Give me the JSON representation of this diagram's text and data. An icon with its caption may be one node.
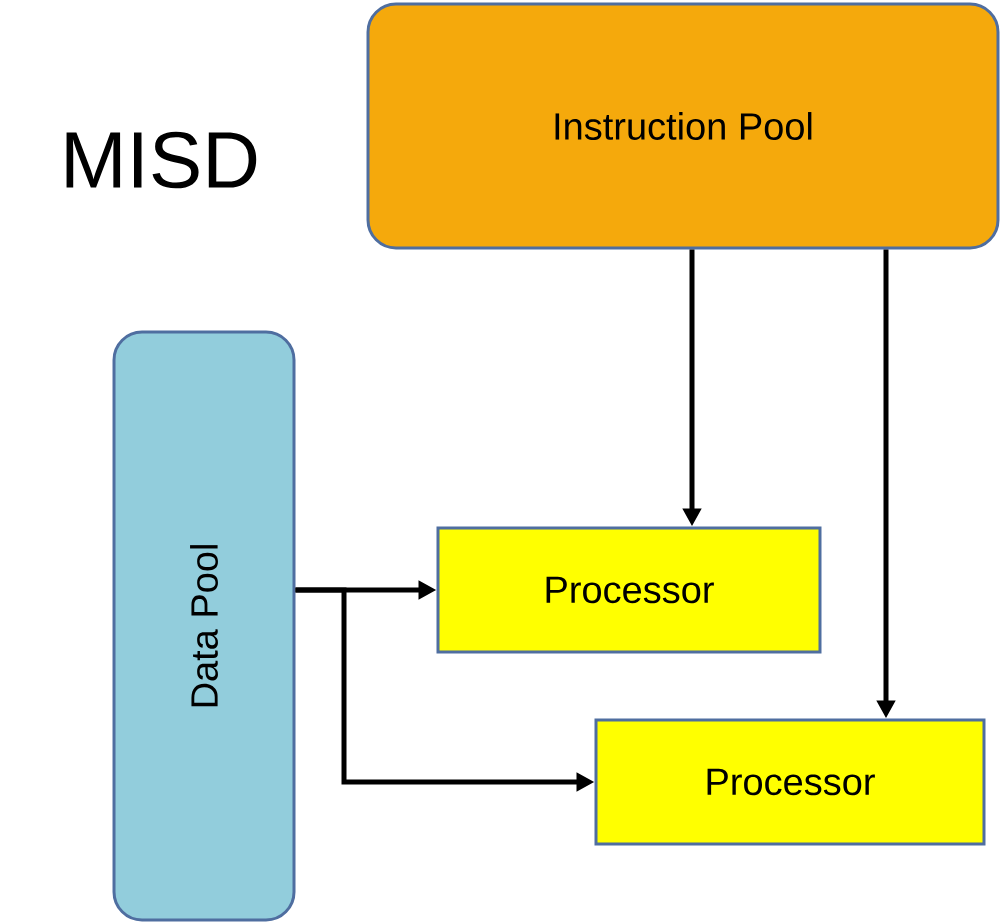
{
  "diagram": {
    "title": "MISD",
    "nodes": [
      {
        "text": [
          "Instruction Pool"
        ]
      },
      {
        "text": [
          "Data Pool"
        ]
      },
      {
        "text": [
          "Processor"
        ]
      },
      {
        "text": [
          "Processor"
        ]
      }
    ],
    "edges": [
      {
        "from": 0,
        "to": 2,
        "arrow": "to"
      },
      {
        "from": 0,
        "to": 3,
        "arrow": "to"
      },
      {
        "from": 1,
        "to": 2,
        "arrow": "to"
      },
      {
        "from": 1,
        "to": 3,
        "arrow": "to"
      }
    ]
  }
}
